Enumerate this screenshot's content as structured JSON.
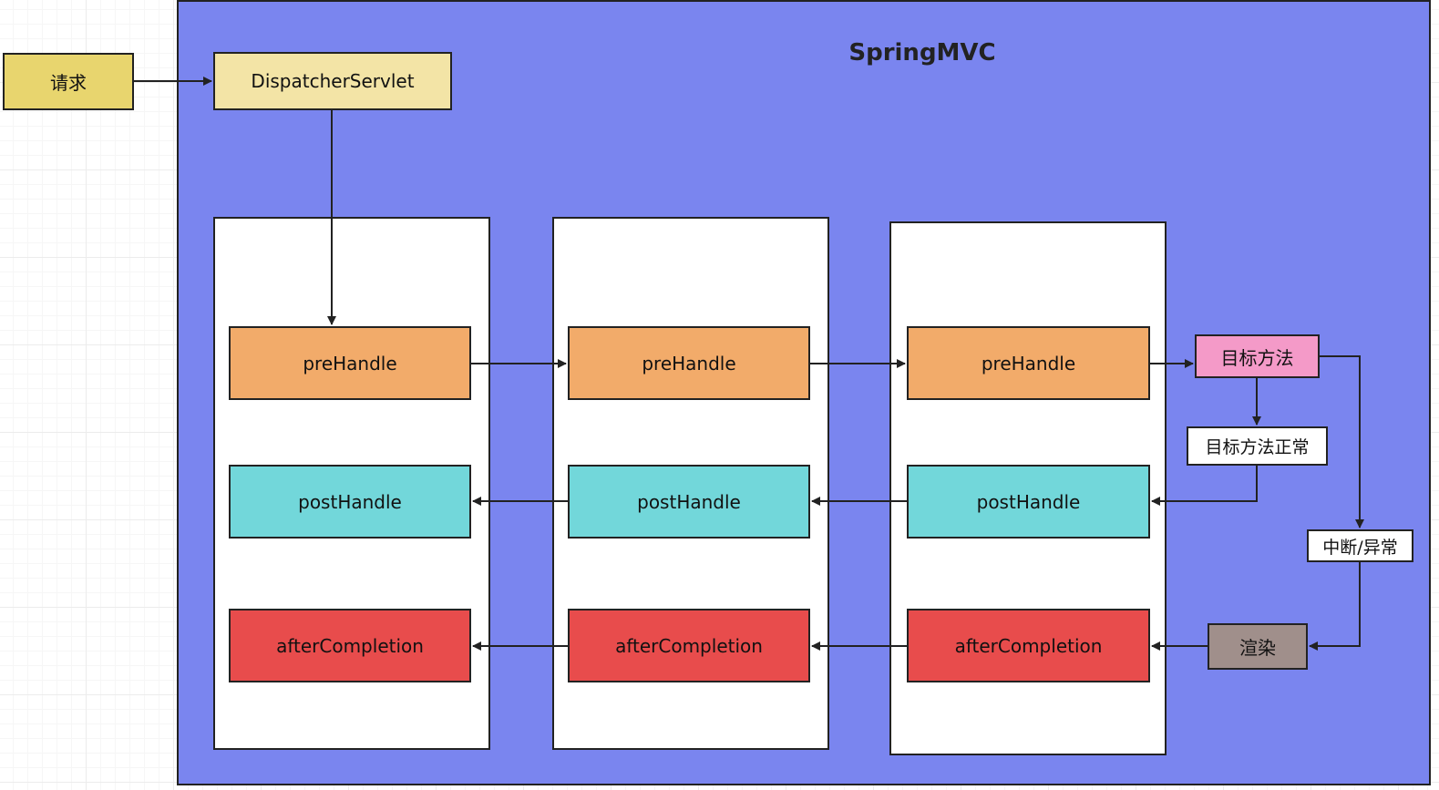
{
  "diagram": {
    "title": "SpringMVC",
    "request_label": "请求",
    "dispatcher_label": "DispatcherServlet",
    "interceptors": [
      {
        "pre": "preHandle",
        "post": "postHandle",
        "after": "afterCompletion"
      },
      {
        "pre": "preHandle",
        "post": "postHandle",
        "after": "afterCompletion"
      },
      {
        "pre": "preHandle",
        "post": "postHandle",
        "after": "afterCompletion"
      }
    ],
    "target_method_label": "目标方法",
    "target_ok_label": "目标方法正常",
    "interrupt_label": "中断/异常",
    "render_label": "渲染"
  },
  "colors": {
    "frame": "#7a85ef",
    "request": "#e8d56e",
    "dispatcher": "#f3e4a6",
    "preHandle": "#f2ab6a",
    "postHandle": "#72d7da",
    "afterCompletion": "#e84c4c",
    "target_method": "#f49ac8",
    "render": "#a08f8b"
  }
}
